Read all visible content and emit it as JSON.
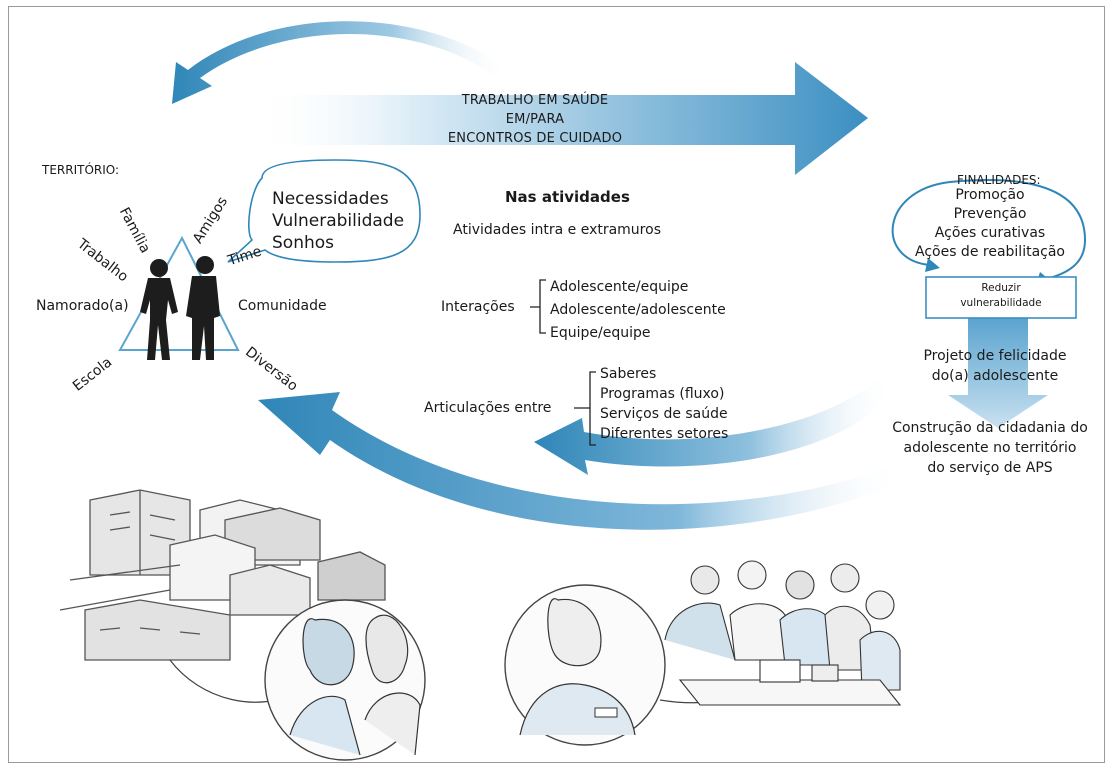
{
  "banner": {
    "lines": [
      "TRABALHO EM SAÚDE",
      "EM/PARA",
      "ENCONTROS DE CUIDADO"
    ]
  },
  "territorio": {
    "title": "TERRITÓRIO:",
    "labels": {
      "familia": "Família",
      "amigos": "Amigos",
      "trabalho": "Trabalho",
      "time": "Time",
      "namorado": "Namorado(a)",
      "comunidade": "Comunidade",
      "escola": "Escola",
      "diversao": "Diversão"
    },
    "bubble": [
      "Necessidades",
      "Vulnerabilidade",
      "Sonhos"
    ]
  },
  "atividades": {
    "heading": "Nas atividades",
    "subheading": "Atividades intra e extramuros"
  },
  "interacoes": {
    "label": "Interações",
    "items": [
      "Adolescente/equipe",
      "Adolescente/adolescente",
      "Equipe/equipe"
    ]
  },
  "articulacoes": {
    "label": "Articulações entre",
    "items": [
      "Saberes",
      "Programas (fluxo)",
      "Serviços de saúde",
      "Diferentes setores"
    ]
  },
  "finalidades": {
    "title": "FINALIDADES:",
    "items": [
      "Promoção",
      "Prevenção",
      "Ações curativas",
      "Ações de reabilitação"
    ],
    "box": [
      "Reduzir",
      "vulnerabilidade"
    ],
    "projeto": [
      "Projeto de felicidade",
      "do(a) adolescente"
    ],
    "construcao": [
      "Construção da cidadania do",
      "adolescente no território",
      "do serviço de APS"
    ]
  },
  "colors": {
    "arrow_dark": "#2f86b8",
    "arrow_light": "#d6e8f3",
    "box_border": "#3a8fc0",
    "figure": "#1d1d1d",
    "triangle": "#5aa5cf"
  }
}
